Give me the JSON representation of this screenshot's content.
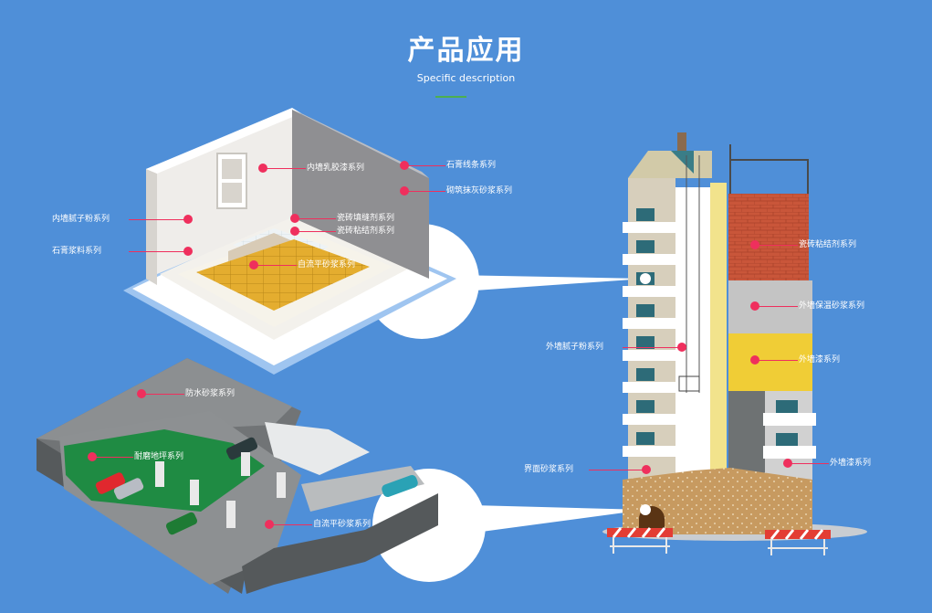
{
  "header": {
    "title": "产品应用",
    "subtitle": "Specific description"
  },
  "colors": {
    "background": "#4f8fd8",
    "marker": "#ef2f5d",
    "accent_line": "#4caf50"
  },
  "room": {
    "interior_latex_paint": "内墙乳胶漆系列",
    "gypsum_moulding": "石膏线条系列",
    "masonry_plaster": "砌筑抹灰砂浆系列",
    "interior_putty": "内墙腻子粉系列",
    "tile_grout": "瓷砖填缝剂系列",
    "tile_adhesive": "瓷砖粘结剂系列",
    "gypsum_slurry": "石膏浆料系列",
    "self_leveling": "自流平砂浆系列"
  },
  "parking": {
    "waterproof_mortar": "防水砂浆系列",
    "wear_resistant_floor": "耐磨地坪系列",
    "self_leveling": "自流平砂浆系列"
  },
  "building": {
    "tile_adhesive": "瓷砖粘结剂系列",
    "insulation_mortar": "外墙保温砂浆系列",
    "exterior_putty": "外墙腻子粉系列",
    "exterior_paint_1": "外墙漆系列",
    "interface_mortar": "界面砂浆系列",
    "exterior_paint_2": "外墙漆系列"
  }
}
